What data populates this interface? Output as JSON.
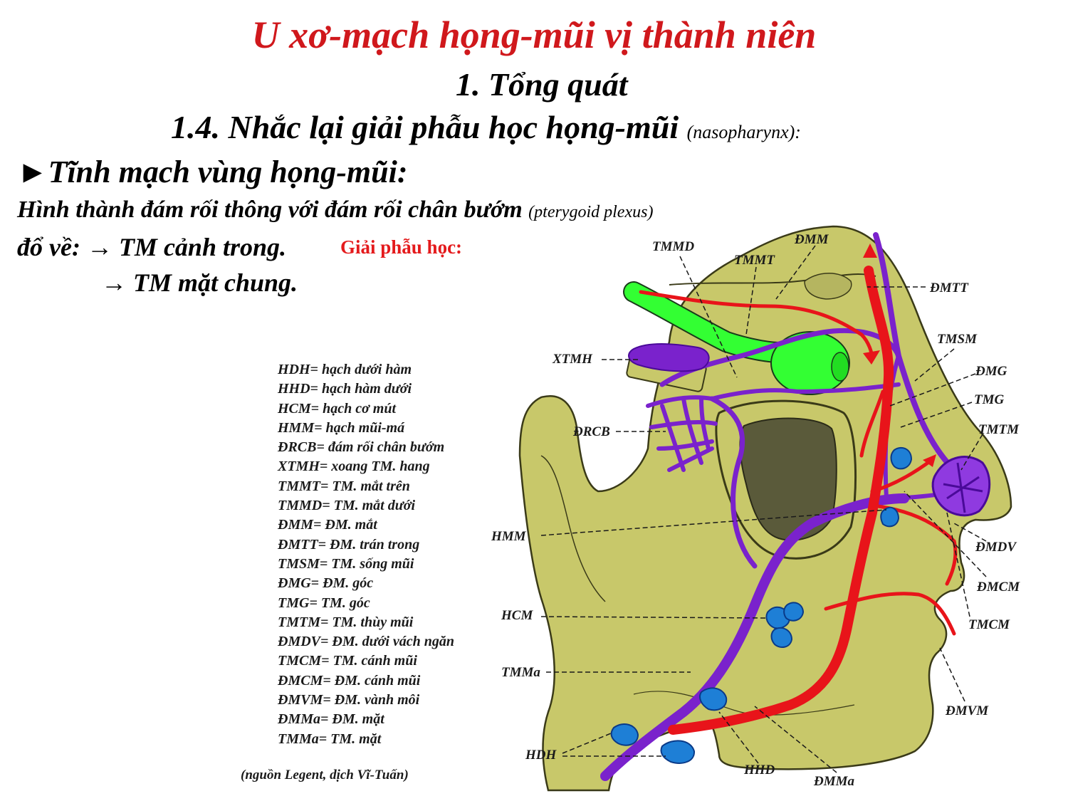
{
  "title": "U xơ-mạch họng-mũi vị thành niên",
  "section": "1. Tổng quát",
  "subsection": {
    "text": "1.4. Nhắc lại giải phẫu học họng-mũi",
    "note": "(nasopharynx):"
  },
  "bullet": {
    "marker": "►",
    "text": "Tĩnh mạch vùng họng-mũi:"
  },
  "body": {
    "line1": "Hình thành đám rối thông với đám rối chân bướm",
    "line1_note": "(pterygoid plexus)",
    "line2": "đổ về: → TM cảnh trong.",
    "line3": "→ TM mặt chung."
  },
  "anatomy_label": "Giải phẫu học:",
  "legend": [
    "HDH= hạch dưới hàm",
    "HHD= hạch hàm dưới",
    "HCM= hạch cơ mút",
    "HMM= hạch mũi-má",
    "ĐRCB= đám rối chân bướm",
    "XTMH= xoang TM. hang",
    "TMMT= TM. mắt trên",
    "TMMD= TM. mắt dưới",
    "ĐMM= ĐM. mắt",
    "ĐMTT= ĐM. trán trong",
    "TMSM= TM. sống mũi",
    "ĐMG= ĐM. góc",
    "TMG= TM. góc",
    "TMTM= TM. thùy mũi",
    "ĐMDV= ĐM. dưới vách ngăn",
    "TMCM= TM. cánh mũi",
    "ĐMCM= ĐM. cánh mũi",
    "ĐMVM= ĐM. vành môi",
    "ĐMMa= ĐM. mặt",
    "TMMa= TM. mặt"
  ],
  "source": "(nguồn Legent, dịch Vĩ-Tuấn)",
  "diagram_labels": {
    "tmmd": "TMMD",
    "dmm": "ĐMM",
    "tmmt": "TMMT",
    "dmtt": "ĐMTT",
    "tmsm": "TMSM",
    "xtmh": "XTMH",
    "dmg": "ĐMG",
    "tmg": "TMG",
    "tmtm": "TMTM",
    "drcb": "ĐRCB",
    "hmm": "HMM",
    "dmdv": "ĐMDV",
    "dmcm": "ĐMCM",
    "hcm": "HCM",
    "tmcm": "TMCM",
    "tmma": "TMMa",
    "dmvm": "ĐMVM",
    "hdh": "HDH",
    "hhd": "HHD",
    "dmma": "ĐMMa"
  },
  "colors": {
    "title": "#d0181c",
    "skin": "#c8c86a",
    "artery": "#e8141a",
    "vein": "#7a22cc",
    "eye": "#33ff33",
    "lymph_node": "#1e7fd6"
  }
}
